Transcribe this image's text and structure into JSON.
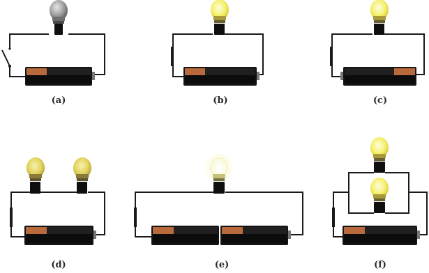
{
  "figure": {
    "panels": [
      {
        "id": "a",
        "label": "(a)",
        "switch": "open",
        "bulbs": [
          {
            "state": "off"
          }
        ],
        "batteries": [
          {
            "orientation": "left"
          }
        ]
      },
      {
        "id": "b",
        "label": "(b)",
        "switch": "closed",
        "bulbs": [
          {
            "state": "on"
          }
        ],
        "batteries": [
          {
            "orientation": "left"
          }
        ]
      },
      {
        "id": "c",
        "label": "(c)",
        "switch": "closed",
        "bulbs": [
          {
            "state": "on"
          }
        ],
        "batteries": [
          {
            "orientation": "right"
          }
        ]
      },
      {
        "id": "d",
        "label": "(d)",
        "switch": "closed",
        "bulbs": [
          {
            "state": "dim"
          },
          {
            "state": "dim"
          }
        ],
        "batteries": [
          {
            "orientation": "left"
          }
        ],
        "bulb_connection": "series"
      },
      {
        "id": "e",
        "label": "(e)",
        "switch": "closed",
        "bulbs": [
          {
            "state": "bright"
          }
        ],
        "batteries": [
          {
            "orientation": "left"
          },
          {
            "orientation": "left"
          }
        ]
      },
      {
        "id": "f",
        "label": "(f)",
        "switch": "closed",
        "bulbs": [
          {
            "state": "on"
          },
          {
            "state": "on"
          }
        ],
        "batteries": [
          {
            "orientation": "left"
          }
        ],
        "bulb_connection": "parallel"
      }
    ],
    "colors": {
      "wire": "#1a1a1a",
      "battery_body": "#141414",
      "battery_cap": "#b86a3c",
      "bulb_off": "#8f8f8f",
      "bulb_on": "#f4f06a",
      "bulb_dim": "#e2d45c",
      "bulb_bright": "#fbfbe0"
    }
  }
}
